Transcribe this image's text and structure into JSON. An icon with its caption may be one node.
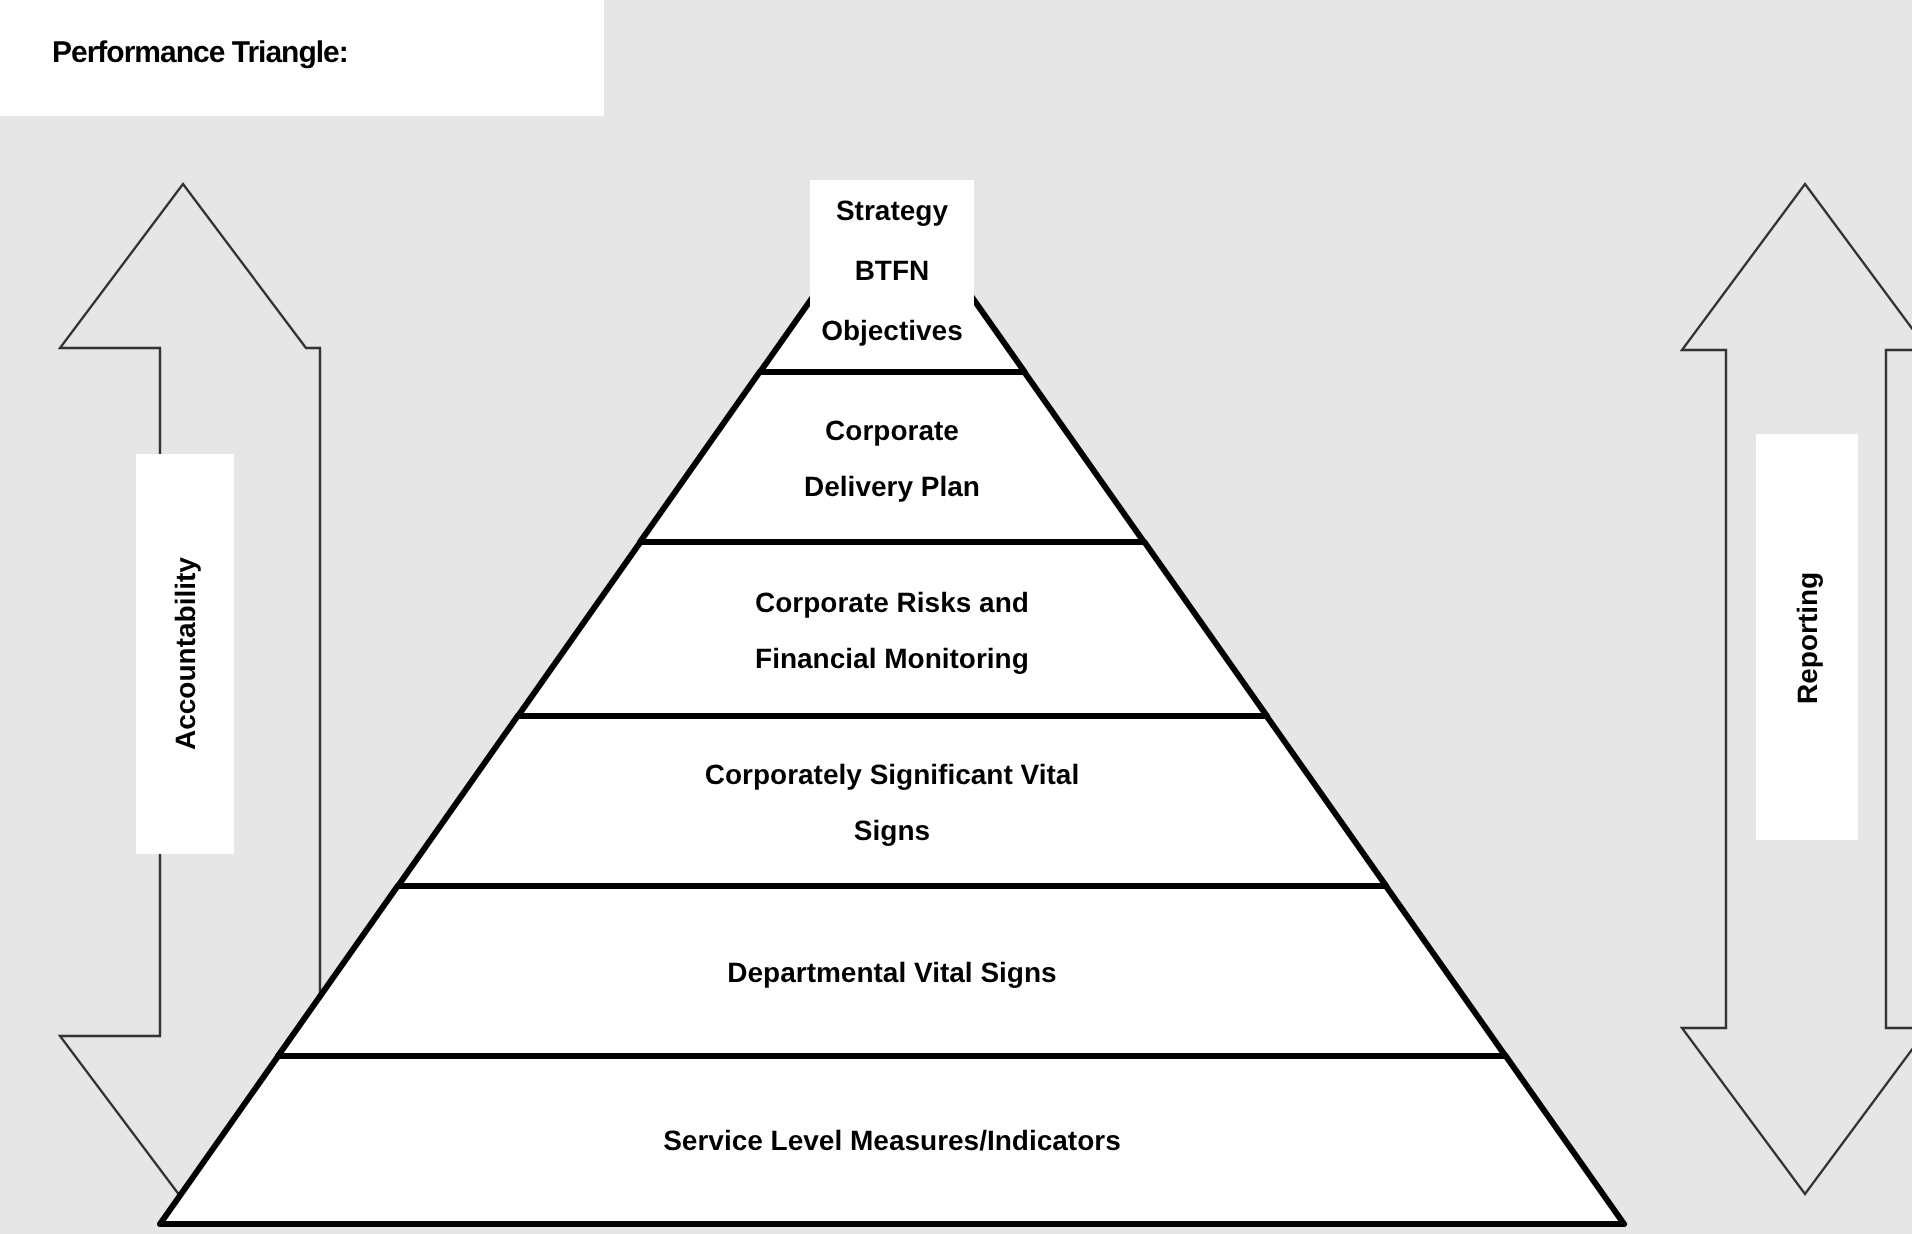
{
  "diagram": {
    "title": "Performance Triangle:",
    "nodes": [
      {
        "text": [
          "Accountability"
        ]
      },
      {
        "text": [
          "Strategy BTFN Objectives"
        ]
      },
      {
        "text": [
          "Corporate Delivery Plan"
        ]
      },
      {
        "text": [
          "Corporate Risks and Financial Monitoring"
        ]
      },
      {
        "text": [
          "Corporately Significant Vital Signs"
        ]
      },
      {
        "text": [
          "Departmental Vital Signs"
        ]
      },
      {
        "text": [
          "Service Level Measures/Indicators"
        ]
      },
      {
        "text": [
          "Reporting"
        ]
      }
    ]
  }
}
